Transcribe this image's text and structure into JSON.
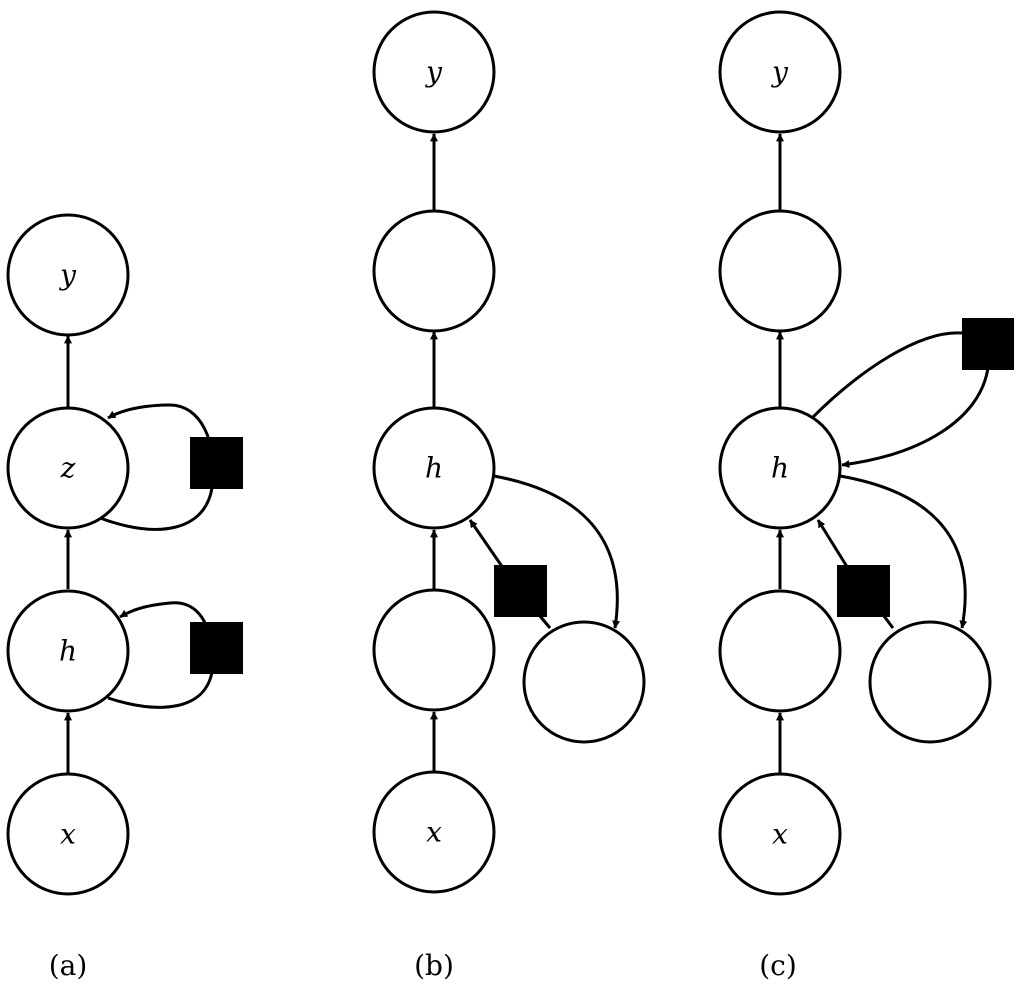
{
  "figure": {
    "panel_a": {
      "caption": "(a)",
      "node_y": "y",
      "node_z": "z",
      "node_h": "h",
      "node_x": "x"
    },
    "panel_b": {
      "caption": "(b)",
      "node_y": "y",
      "node_h": "h",
      "node_x": "x"
    },
    "panel_c": {
      "caption": "(c)",
      "node_y": "y",
      "node_h": "h",
      "node_x": "x"
    }
  }
}
